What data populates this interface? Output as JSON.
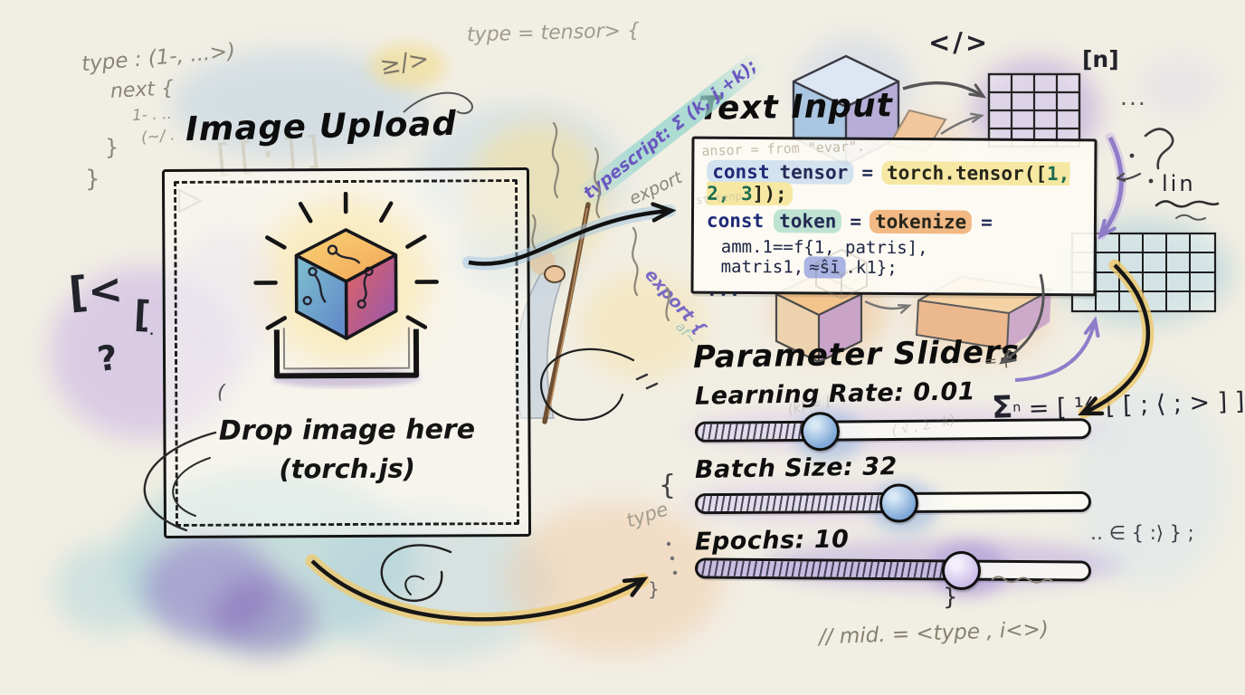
{
  "palette": {
    "paper": "#f1eee4",
    "ink": "#161616",
    "gray_note": "#8b8579",
    "purple_note": "#6f5ec4",
    "code_keyword": "#1e2a78",
    "hl_yellow": "#f6e8a2",
    "hl_teal": "#bfe3d2",
    "hl_orange": "#f2b985",
    "hl_blue": "#cfe0f2",
    "hl_purple": "#aab4e2"
  },
  "upload": {
    "title": "Image Upload",
    "drop_text": "Drop image here",
    "drop_subtext": "(torch.js)"
  },
  "text_input": {
    "title": "Text Input",
    "code": {
      "ghost_top": "ansor = from \"evar\".",
      "ghost_left": "st tenp",
      "line1": {
        "kw": "const",
        "name": "tensor",
        "eq": "=",
        "call": "torch.tensor([",
        "nums": "1, 2, 3",
        "close": "]);"
      },
      "line2": {
        "kw": "const",
        "name": "token",
        "eq": "=",
        "value": "tokenize",
        "tail": "="
      },
      "line3": {
        "pre": "amm.1==f{1, patris], matris1,",
        "blob": "≈ŝī",
        "post": ".k1};"
      },
      "line4": "..."
    }
  },
  "sliders": {
    "title": "Parameter Sliders",
    "items": [
      {
        "name": "Learning Rate",
        "value": "0.01",
        "label": "Learning Rate: 0.01",
        "percent": 32
      },
      {
        "name": "Batch Size",
        "value": "32",
        "label": "Batch Size: 32",
        "percent": 52
      },
      {
        "name": "Epochs",
        "value": "10",
        "label": "Epochs: 10",
        "percent": 68
      }
    ]
  },
  "annotations": {
    "top_left_lines": [
      "type : (1-, ...>)",
      "next {",
      "1- . ..",
      "(~/ .",
      "}",
      "}"
    ],
    "ghost_brackets": "[[·]]",
    "gte_slash": "≥/>",
    "type_tensor": "type = tensor> {",
    "typescript_note": "typescript: Σ (k, j,+k);",
    "export_gray": "export",
    "export_purple": "export {",
    "ghost_aft": "af~",
    "code_tag": "</>",
    "n_bracket": "[n]",
    "ellipsis_top_right": "...",
    "lin": "lin",
    "lambda_note": "= ǂ",
    "sum_sigma": "Σ",
    "sum_sup": "n",
    "sum_body": " = [ ½ [ [ ; ⟨ ; > ] ]",
    "element_of": "‥ ∈ { :⟩ } ;",
    "faint_math1": "⟨k⟩ = [ ⁻;",
    "faint_math2": "( √ , Σ ⁻k)",
    "brace_open_mid": "{",
    "type_faint": "type",
    "brace_below_epochs": "}",
    "brace_small_bottom": "}",
    "mid_comment": "// mid. = <type , i<>)",
    "left_glyphs": [
      "[<",
      "[",
      "?",
      "·.",
      "("
    ]
  }
}
